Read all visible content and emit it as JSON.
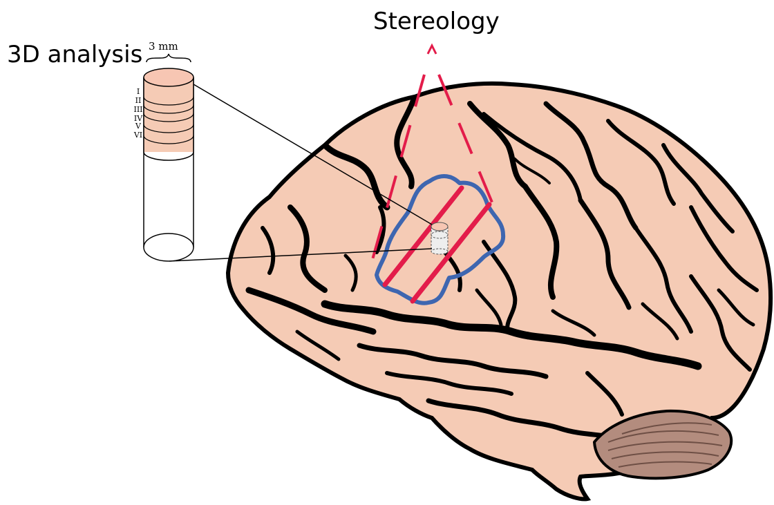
{
  "labels": {
    "stereology": "Stereology",
    "analysis_3d": "3D analysis",
    "scale": "3 mm"
  },
  "layers": [
    "I",
    "II",
    "III",
    "IV",
    "V",
    "VI"
  ],
  "colors": {
    "brain_fill": "#f5cbb5",
    "sulci": "#000000",
    "cerebellum": "#b38c7e",
    "stereology_lines": "#e31c4a",
    "region_outline": "#3e66b0",
    "cylinder_top": "#f7c6b3",
    "connector_lines": "#000000"
  },
  "icons": {
    "brain": "brain-lateral-view-icon",
    "cylinder": "tissue-cylinder-icon",
    "arrow": "stereology-arrow-icon"
  }
}
